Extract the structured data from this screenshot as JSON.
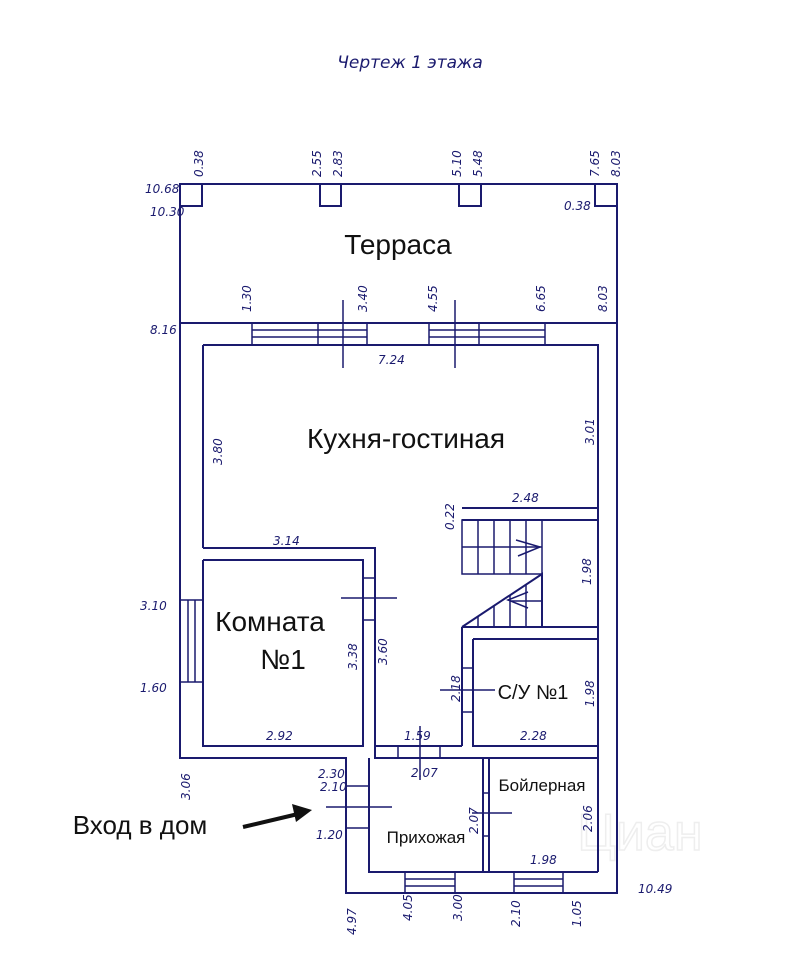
{
  "title": "Чертеж 1 этажа",
  "rooms": {
    "terrace": "Терраса",
    "kitchen": "Кухня-гостиная",
    "room1_line1": "Комната",
    "room1_line2": "№1",
    "bathroom": "С/У №1",
    "boiler": "Бойлерная",
    "hallway": "Прихожая"
  },
  "entrance_label": "Вход в дом",
  "watermark": "Циан",
  "dimensions": {
    "top_038": "0.38",
    "top_255": "2.55",
    "top_283": "2.83",
    "top_510": "5.10",
    "top_548": "5.48",
    "top_765": "7.65",
    "top_803": "8.03",
    "left_1068": "10.68",
    "left_1030": "10.30",
    "post_038": "0.38",
    "win_130": "1.30",
    "win_340": "3.40",
    "win_455": "4.55",
    "win_665": "6.65",
    "win_803": "8.03",
    "left_816": "8.16",
    "kitchen_724": "7.24",
    "kitchen_380": "3.80",
    "kitchen_301": "3.01",
    "stair_022": "0.22",
    "stair_248": "2.48",
    "stair_198": "1.98",
    "room_314": "3.14",
    "left_310": "3.10",
    "left_160": "1.60",
    "room_338": "3.38",
    "room_360": "3.60",
    "room_292": "2.92",
    "wc_218": "2.18",
    "wc_198": "1.98",
    "wc_228": "2.28",
    "door_159": "1.59",
    "hall_207": "2.07",
    "left_306": "3.06",
    "entry_230": "2.30",
    "entry_210": "2.10",
    "entry_120": "1.20",
    "hall_207b": "2.07",
    "boiler_206": "2.06",
    "boiler_198": "1.98",
    "right_1049": "10.49",
    "bot_497": "4.97",
    "bot_405": "4.05",
    "bot_300": "3.00",
    "bot_210": "2.10",
    "bot_105": "1.05"
  },
  "colors": {
    "line": "#1a1a6e",
    "text": "#111111"
  }
}
